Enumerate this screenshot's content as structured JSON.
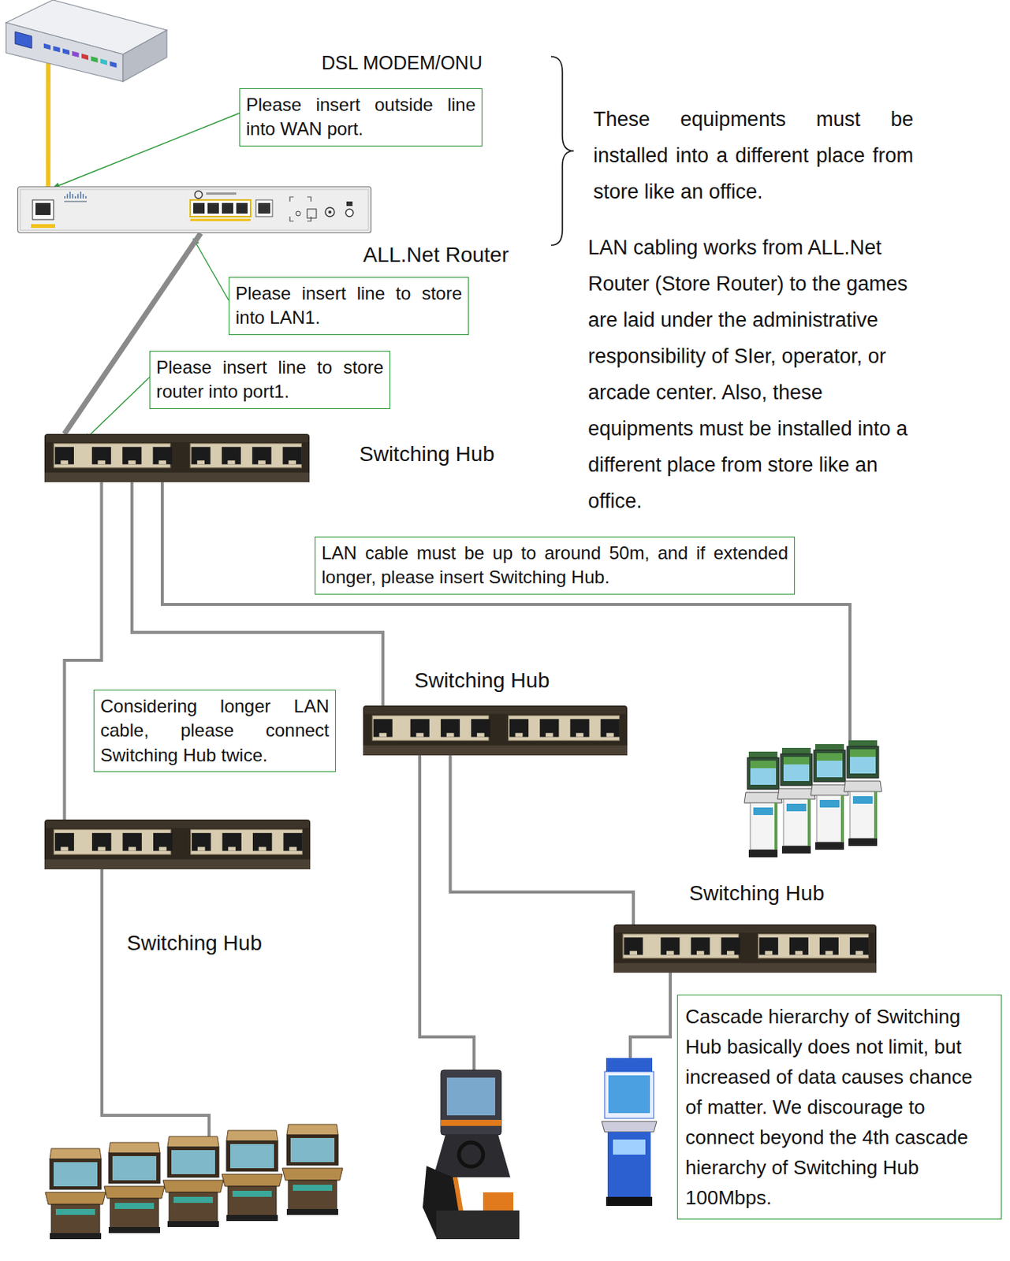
{
  "diagram": {
    "nodes": [
      {
        "text": [
          "DSL MODEM/ONU"
        ]
      },
      {
        "text": [
          "Please insert outside line into WAN port."
        ]
      },
      {
        "text": [
          "ALL.Net Router"
        ]
      },
      {
        "text": [
          "Please insert line to store into LAN1."
        ]
      },
      {
        "text": [
          "Please insert line to store router into port1."
        ]
      },
      {
        "text": [
          "Switching Hub"
        ]
      },
      {
        "text": [
          "LAN cable must be up to around 50m, and if extended longer, please insert Switching Hub."
        ]
      },
      {
        "text": [
          "Switching Hub"
        ]
      },
      {
        "text": [
          "Considering longer LAN cable, please connect Switching Hub twice."
        ]
      },
      {
        "text": [
          "Switching Hub"
        ]
      },
      {
        "text": [
          "Switching Hub"
        ]
      },
      {
        "text": [
          "Cascade hierarchy of Switching Hub basically does not limit, but increased of data causes chance of matter. We discourage to connect beyond the 4th cascade hierarchy of Switching Hub 100Mbps."
        ]
      }
    ],
    "edges": [
      {
        "from": 0,
        "to": 2,
        "arrow": "none"
      },
      {
        "from": 2,
        "to": 5,
        "arrow": "none"
      },
      {
        "from": 5,
        "to": 9,
        "arrow": "none"
      },
      {
        "from": 5,
        "to": 7,
        "arrow": "none"
      },
      {
        "from": 7,
        "to": 10,
        "arrow": "none"
      }
    ],
    "labels": [
      "These equipments must be installed into a different place from store like an office.",
      "LAN cabling works from ALL.Net Router (Store Router) to the games are laid under the administrative responsibility of SIer, operator, or arcade center. Also, these equipments must be installed into a different place from store like an office."
    ]
  }
}
